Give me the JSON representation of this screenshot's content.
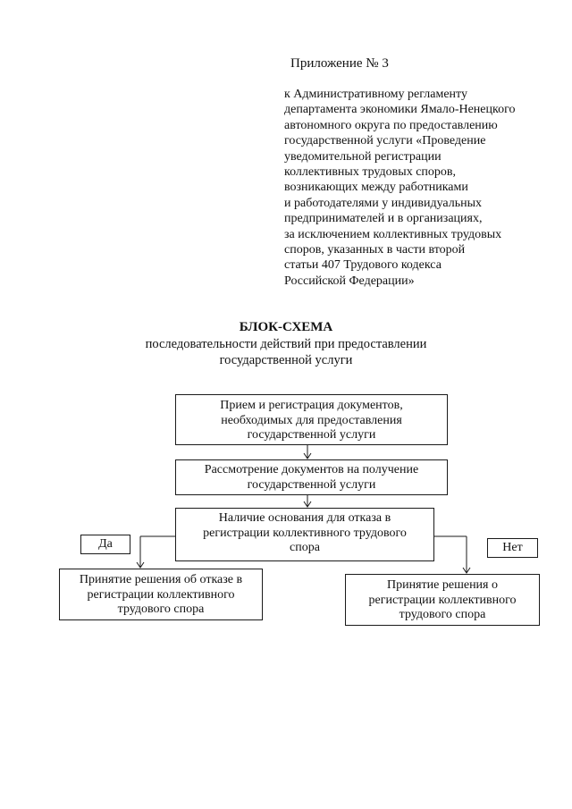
{
  "appendix": {
    "title": "Приложение № 3",
    "lines": [
      "к Административному регламенту",
      "департамента экономики Ямало-Ненецкого",
      "автономного округа по предоставлению",
      "государственной услуги «Проведение",
      "уведомительной регистрации",
      "коллективных трудовых споров,",
      "возникающих между работниками",
      "и работодателями у индивидуальных",
      "предпринимателей и в организациях,",
      "за исключением коллективных трудовых",
      "споров, указанных в части второй",
      "статьи 407 Трудового кодекса",
      "Российской Федерации»"
    ]
  },
  "heading": {
    "title": "БЛОК-СХЕМА",
    "subtitle_lines": [
      "последовательности действий при предоставлении",
      "государственной услуги"
    ]
  },
  "flowchart": {
    "step1": [
      "Прием и регистрация документов,",
      "необходимых для предоставления",
      "государственной услуги"
    ],
    "step2": [
      "Рассмотрение документов на получение",
      "государственной услуги"
    ],
    "decision": [
      "Наличие основания для отказа в",
      "регистрации коллективного трудового",
      "спора"
    ],
    "yes_label": "Да",
    "no_label": "Нет",
    "refusal": [
      "Принятие решения об отказе в",
      "регистрации коллективного",
      "трудового спора"
    ],
    "approval": [
      "Принятие решения о",
      "регистрации коллективного",
      "трудового спора"
    ]
  }
}
